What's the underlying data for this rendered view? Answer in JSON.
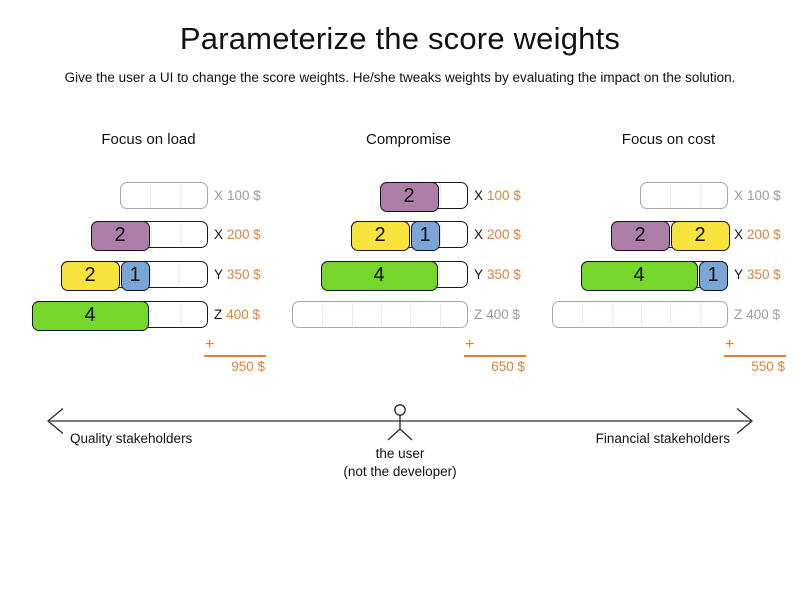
{
  "page": {
    "title": "Parameterize the score weights",
    "subtitle": "Give the user a UI to change the score weights. He/she tweaks weights by evaluating the impact on the solution."
  },
  "colors": {
    "orange": "#df813a",
    "grey_text": "#9a9a9a",
    "grid_line": "#e9e9e9",
    "purple": "#ad7fa8",
    "yellow": "#f8e33c",
    "blue": "#7aa6d6",
    "green": "#76d62c"
  },
  "columns": [
    {
      "title": "Focus on load",
      "rows": [
        {
          "letter": "X",
          "price": "100 $",
          "active": false,
          "cells": 3,
          "blocks": []
        },
        {
          "letter": "X",
          "price": "200 $",
          "active": true,
          "cells": 4,
          "blocks": [
            {
              "value": "2",
              "span": 2,
              "color": "purple"
            }
          ]
        },
        {
          "letter": "Y",
          "price": "350 $",
          "active": true,
          "cells": 5,
          "blocks": [
            {
              "value": "2",
              "span": 2,
              "color": "yellow"
            },
            {
              "value": "1",
              "span": 1,
              "color": "blue"
            }
          ]
        },
        {
          "letter": "Z",
          "price": "400 $",
          "active": true,
          "cells": 6,
          "blocks": [
            {
              "value": "4",
              "span": 4,
              "color": "green"
            }
          ]
        }
      ],
      "total": {
        "plus": "+",
        "amount": "950 $"
      }
    },
    {
      "title": "Compromise",
      "rows": [
        {
          "letter": "X",
          "price": "100 $",
          "active": true,
          "cells": 3,
          "blocks": [
            {
              "value": "2",
              "span": 2,
              "color": "purple"
            }
          ]
        },
        {
          "letter": "X",
          "price": "200 $",
          "active": true,
          "cells": 4,
          "blocks": [
            {
              "value": "2",
              "span": 2,
              "color": "yellow"
            },
            {
              "value": "1",
              "span": 1,
              "color": "blue"
            }
          ]
        },
        {
          "letter": "Y",
          "price": "350 $",
          "active": true,
          "cells": 5,
          "blocks": [
            {
              "value": "4",
              "span": 4,
              "color": "green"
            }
          ]
        },
        {
          "letter": "Z",
          "price": "400 $",
          "active": false,
          "cells": 6,
          "blocks": []
        }
      ],
      "total": {
        "plus": "+",
        "amount": "650 $"
      }
    },
    {
      "title": "Focus on cost",
      "rows": [
        {
          "letter": "X",
          "price": "100 $",
          "active": false,
          "cells": 3,
          "blocks": []
        },
        {
          "letter": "X",
          "price": "200 $",
          "active": true,
          "cells": 4,
          "blocks": [
            {
              "value": "2",
              "span": 2,
              "color": "purple"
            },
            {
              "value": "2",
              "span": 2,
              "color": "yellow"
            }
          ]
        },
        {
          "letter": "Y",
          "price": "350 $",
          "active": true,
          "cells": 5,
          "blocks": [
            {
              "value": "4",
              "span": 4,
              "color": "green"
            },
            {
              "value": "1",
              "span": 1,
              "color": "blue"
            }
          ]
        },
        {
          "letter": "Z",
          "price": "400 $",
          "active": false,
          "cells": 6,
          "blocks": []
        }
      ],
      "total": {
        "plus": "+",
        "amount": "550 $"
      }
    }
  ],
  "axis": {
    "left_label": "Quality stakeholders",
    "right_label": "Financial stakeholders",
    "user_label": "the user",
    "user_sublabel": "(not the developer)"
  }
}
